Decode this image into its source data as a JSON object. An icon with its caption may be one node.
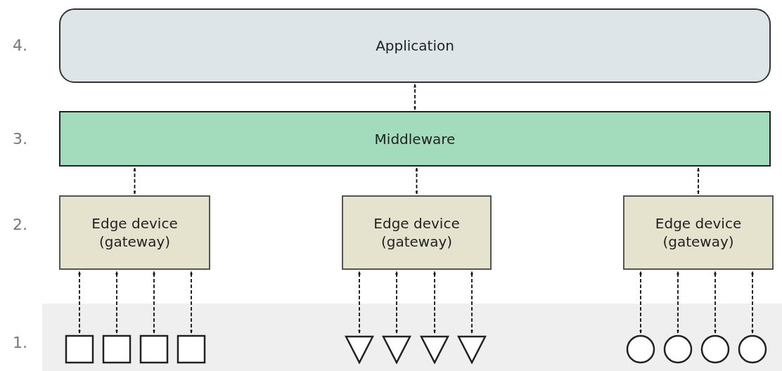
{
  "diagram": {
    "nodes": [
      {
        "text": [
          "Application"
        ]
      },
      {
        "text": [
          "Middleware"
        ]
      },
      {
        "text": [
          "Edge device (gateway)"
        ]
      },
      {
        "text": [
          "Edge device (gateway)"
        ]
      },
      {
        "text": [
          "Edge device (gateway)"
        ]
      },
      {
        "text": [],
        "shape": "box"
      },
      {
        "text": [],
        "shape": "box"
      },
      {
        "text": [],
        "shape": "box"
      },
      {
        "text": [],
        "shape": "box"
      },
      {
        "text": [],
        "shape": "triangle"
      },
      {
        "text": [],
        "shape": "triangle"
      },
      {
        "text": [],
        "shape": "triangle"
      },
      {
        "text": [],
        "shape": "triangle"
      },
      {
        "text": [],
        "shape": "circle"
      },
      {
        "text": [],
        "shape": "circle"
      },
      {
        "text": [],
        "shape": "circle"
      },
      {
        "text": [],
        "shape": "circle"
      }
    ],
    "edges": [
      {
        "from": 1,
        "to": 0,
        "arrow": "both",
        "style": "dashed"
      },
      {
        "from": 2,
        "to": 1,
        "arrow": "both",
        "style": "dashed"
      },
      {
        "from": 3,
        "to": 1,
        "arrow": "both",
        "style": "dashed"
      },
      {
        "from": 4,
        "to": 1,
        "arrow": "both",
        "style": "dashed"
      },
      {
        "from": 5,
        "to": 2,
        "arrow": "both",
        "style": "dashed"
      },
      {
        "from": 6,
        "to": 2,
        "arrow": "both",
        "style": "dashed"
      },
      {
        "from": 7,
        "to": 2,
        "arrow": "both",
        "style": "dashed"
      },
      {
        "from": 8,
        "to": 2,
        "arrow": "both",
        "style": "dashed"
      },
      {
        "from": 9,
        "to": 3,
        "arrow": "both",
        "style": "dashed"
      },
      {
        "from": 10,
        "to": 3,
        "arrow": "both",
        "style": "dashed"
      },
      {
        "from": 11,
        "to": 3,
        "arrow": "both",
        "style": "dashed"
      },
      {
        "from": 12,
        "to": 3,
        "arrow": "both",
        "style": "dashed"
      },
      {
        "from": 13,
        "to": 4,
        "arrow": "both",
        "style": "dashed"
      },
      {
        "from": 14,
        "to": 4,
        "arrow": "both",
        "style": "dashed"
      },
      {
        "from": 15,
        "to": 4,
        "arrow": "both",
        "style": "dashed"
      },
      {
        "from": 16,
        "to": 4,
        "arrow": "both",
        "style": "dashed"
      }
    ],
    "labels": [
      "4.",
      "3.",
      "2.",
      "1."
    ]
  }
}
